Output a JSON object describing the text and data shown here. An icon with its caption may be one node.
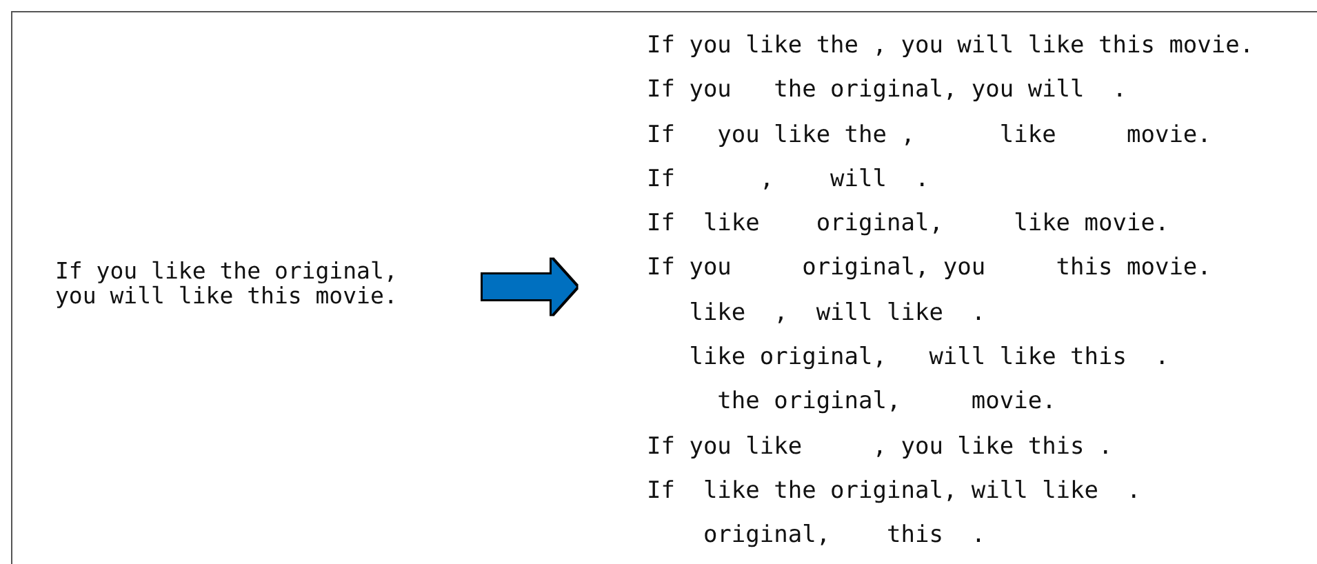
{
  "diagram": {
    "nodes": [
      {
        "text": [
          "If you like the original, you will like this movie."
        ]
      },
      {
        "text": [
          "If you like the , you will like this movie.",
          "If you   the original, you will  .",
          "If   you like the ,      like     movie.",
          "If      ,    will  .",
          "If  like    original,     like movie.",
          "If you     original, you     this movie.",
          "   like  ,  will like  .",
          "   like original,   will like this  .",
          "     the original,     movie.",
          "If you like     , you like this .",
          "If  like the original, will like  .",
          "    original,    this  ."
        ]
      }
    ],
    "edges": [
      {
        "from": 0,
        "to": 1,
        "arrow": "to",
        "color": "#0070c0"
      }
    ]
  }
}
